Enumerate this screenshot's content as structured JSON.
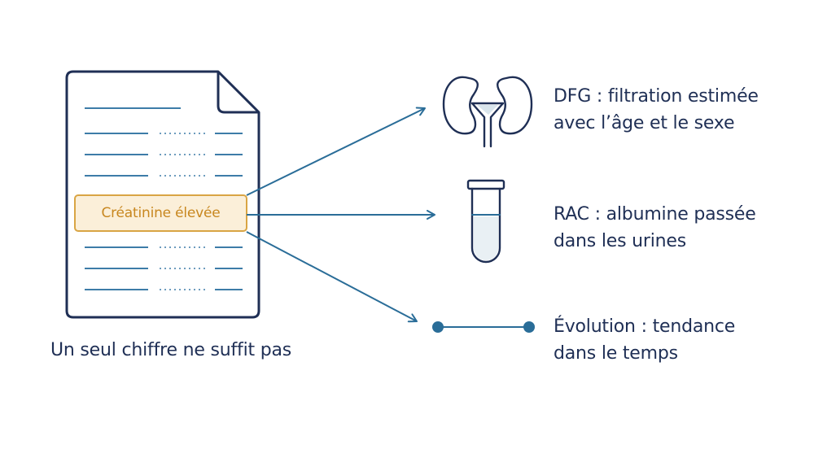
{
  "document": {
    "highlight_label": "Créatinine élevée",
    "caption": "Un seul chiffre ne suffit pas"
  },
  "items": [
    {
      "id": "dfg",
      "icon": "kidney-filter-icon",
      "line1": "DFG : filtration estimée",
      "line2": "avec l’âge et le sexe"
    },
    {
      "id": "rac",
      "icon": "test-tube-icon",
      "line1": "RAC : albumine passée",
      "line2": "dans les urines"
    },
    {
      "id": "evo",
      "icon": "timeline-icon",
      "line1": "Évolution : tendance",
      "line2": "dans le temps"
    }
  ],
  "colors": {
    "navy": "#1f2f55",
    "arrow_blue": "#2a6d98",
    "doc_line_blue": "#3d7ca8",
    "highlight_fill": "#fbefd9",
    "highlight_border": "#d9a544",
    "highlight_text": "#c8871f"
  }
}
